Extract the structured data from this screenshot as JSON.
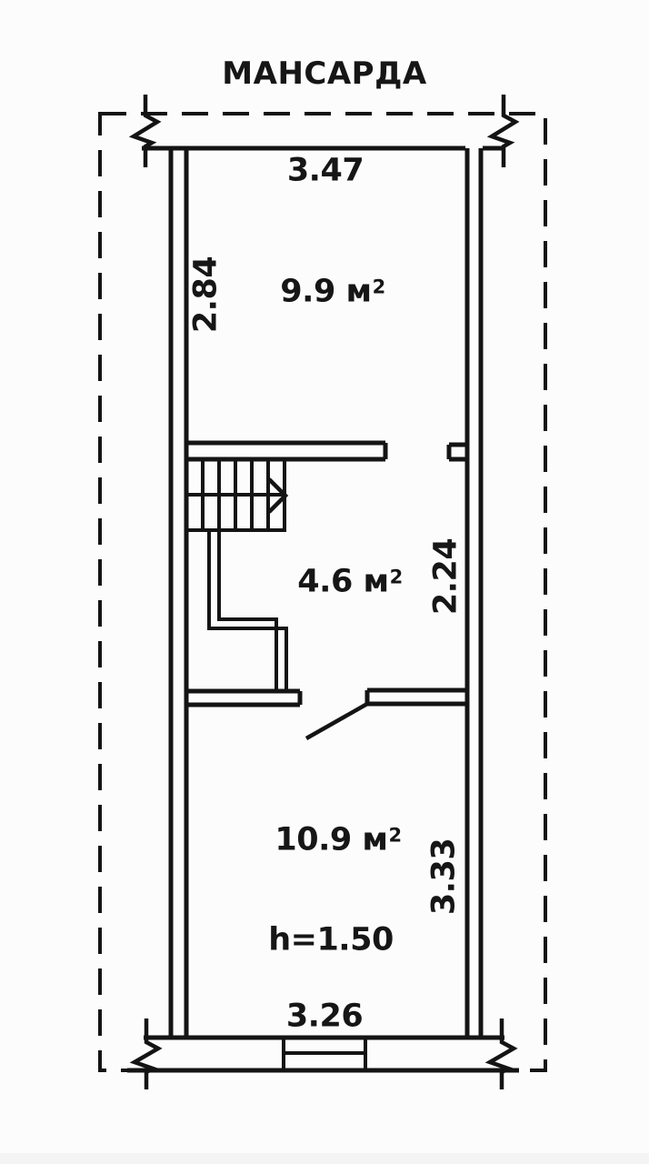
{
  "colors": {
    "line": "#141414",
    "background": "#fcfcfc",
    "text": "#161616"
  },
  "labels": {
    "title": "МАНСАРДА",
    "dim_top": "3.47",
    "dim_left": "2.84",
    "dim_right_middle": "2.24",
    "dim_right_bottom": "3.33",
    "dim_bottom": "3.26",
    "room_height": "h=1.50"
  },
  "rooms": {
    "top": {
      "area": "9.9 м",
      "sup": "2"
    },
    "middle": {
      "area": "4.6 м",
      "sup": "2"
    },
    "bottom": {
      "area": "10.9 м",
      "sup": "2"
    }
  }
}
